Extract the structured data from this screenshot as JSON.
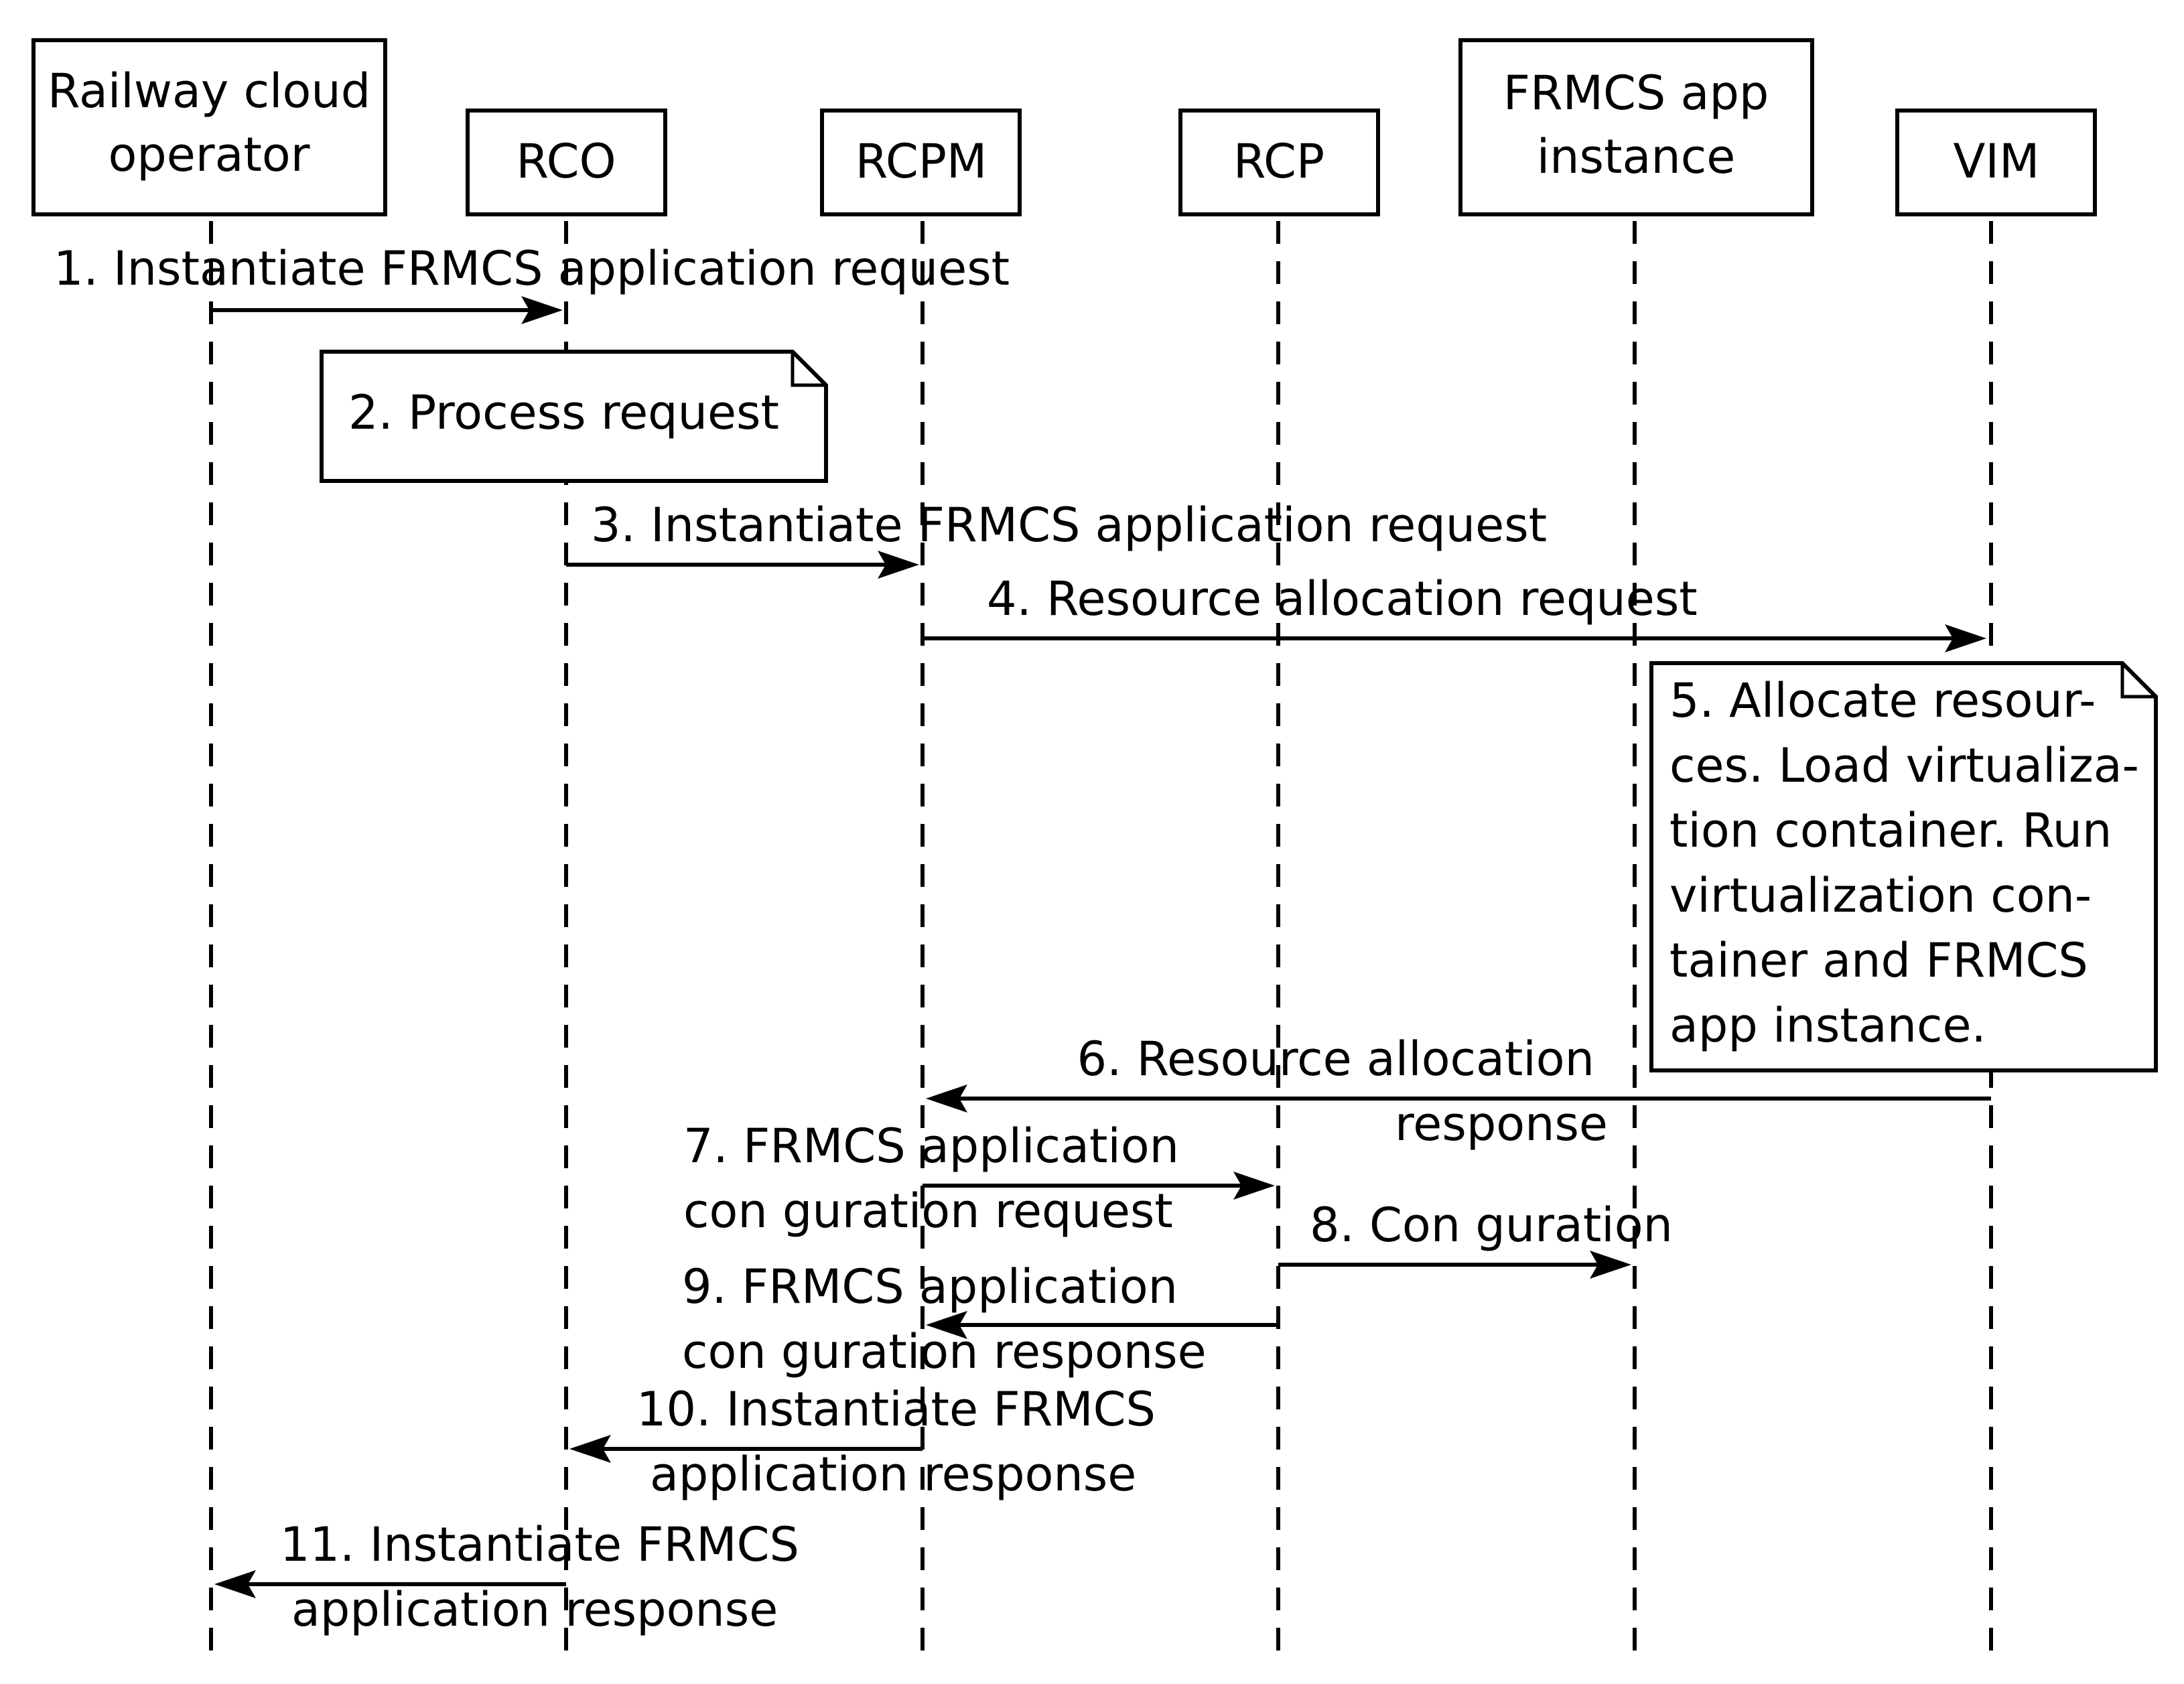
{
  "participants": [
    {
      "id": "railway-cloud-operator",
      "lines": [
        "Railway cloud",
        "operator"
      ]
    },
    {
      "id": "rco",
      "lines": [
        "RCO"
      ]
    },
    {
      "id": "rcpm",
      "lines": [
        "RCPM"
      ]
    },
    {
      "id": "rcp",
      "lines": [
        "RCP"
      ]
    },
    {
      "id": "frmcs-app-instance",
      "lines": [
        "FRMCS app",
        "instance"
      ]
    },
    {
      "id": "vim",
      "lines": [
        "VIM"
      ]
    }
  ],
  "messages": [
    {
      "id": "msg-1",
      "from": "railway-cloud-operator",
      "to": "rco",
      "lines": [
        "1. Instantiate FRMCS application request"
      ]
    },
    {
      "id": "msg-3",
      "from": "rco",
      "to": "rcpm",
      "lines": [
        "3. Instantiate FRMCS application request"
      ]
    },
    {
      "id": "msg-4",
      "from": "rcpm",
      "to": "vim",
      "lines": [
        "4. Resource allocation request"
      ]
    },
    {
      "id": "msg-6",
      "from": "vim",
      "to": "rcpm",
      "lines": [
        "6. Resource allocation",
        "response"
      ]
    },
    {
      "id": "msg-7",
      "from": "rcpm",
      "to": "rcp",
      "lines": [
        "7. FRMCS application",
        "con  guration request"
      ]
    },
    {
      "id": "msg-8",
      "from": "rcp",
      "to": "frmcs-app-instance",
      "lines": [
        "8. Con  guration"
      ]
    },
    {
      "id": "msg-9",
      "from": "rcp",
      "to": "rcpm",
      "lines": [
        "9. FRMCS application",
        "con  guration response"
      ]
    },
    {
      "id": "msg-10",
      "from": "rcpm",
      "to": "rco",
      "lines": [
        "10. Instantiate FRMCS",
        "application response"
      ]
    },
    {
      "id": "msg-11",
      "from": "rco",
      "to": "railway-cloud-operator",
      "lines": [
        "11. Instantiate FRMCS",
        "application response"
      ]
    }
  ],
  "notes": [
    {
      "id": "note-2",
      "lines": [
        "2. Process request"
      ]
    },
    {
      "id": "note-5",
      "lines": [
        "5. Allocate resour-",
        "ces. Load virtualiza-",
        "tion container. Run",
        "virtualization con-",
        "tainer and FRMCS",
        "app instance."
      ]
    }
  ]
}
